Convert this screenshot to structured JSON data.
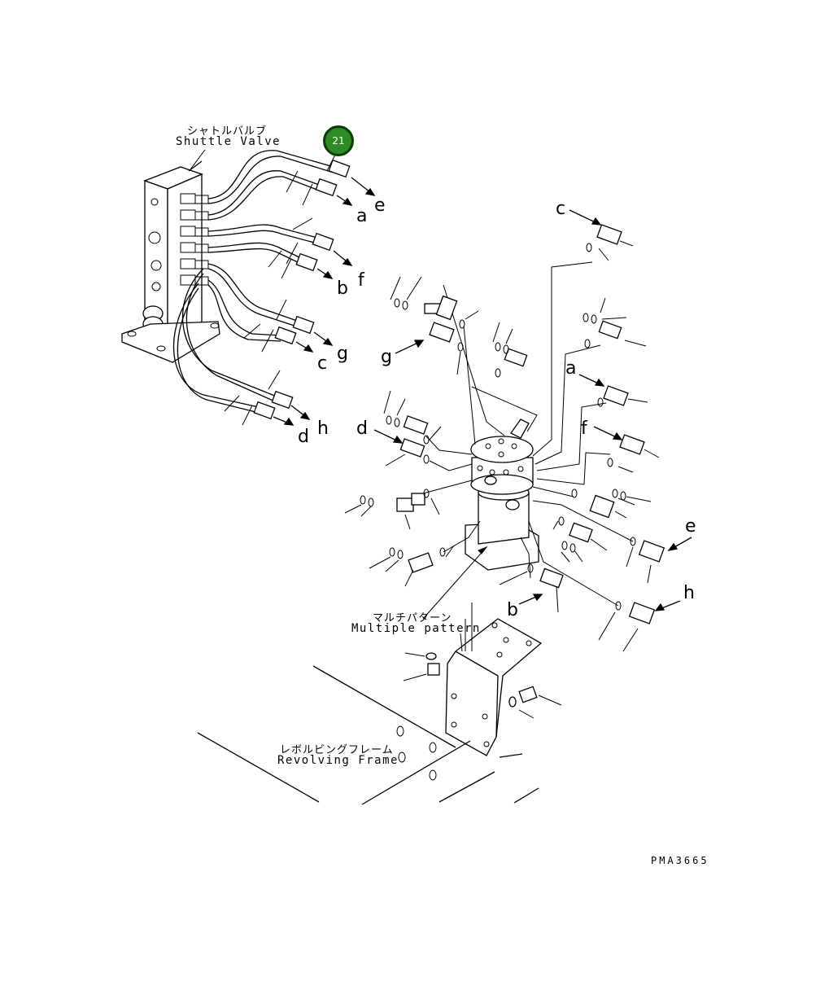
{
  "labels": {
    "shuttle_valve_jp": "シャトルバルブ",
    "shuttle_valve_en": "Shuttle Valve",
    "multiple_pattern_jp": "マルチパターン",
    "multiple_pattern_en": "Multiple pattern",
    "revolving_frame_jp": "レボルビングフレーム",
    "revolving_frame_en": "Revolving Frame"
  },
  "callout": {
    "number": "21",
    "color": "#2e8a22"
  },
  "drawing_code": "PMA3665",
  "port_letters": {
    "hose_e": "e",
    "hose_a": "a",
    "hose_f": "f",
    "hose_b": "b",
    "hose_g": "g",
    "hose_c": "c",
    "hose_h": "h",
    "hose_d": "d",
    "valve_c": "c",
    "valve_g": "g",
    "valve_a": "a",
    "valve_f": "f",
    "valve_d": "d",
    "valve_e": "e",
    "valve_h": "h",
    "valve_b": "b"
  }
}
